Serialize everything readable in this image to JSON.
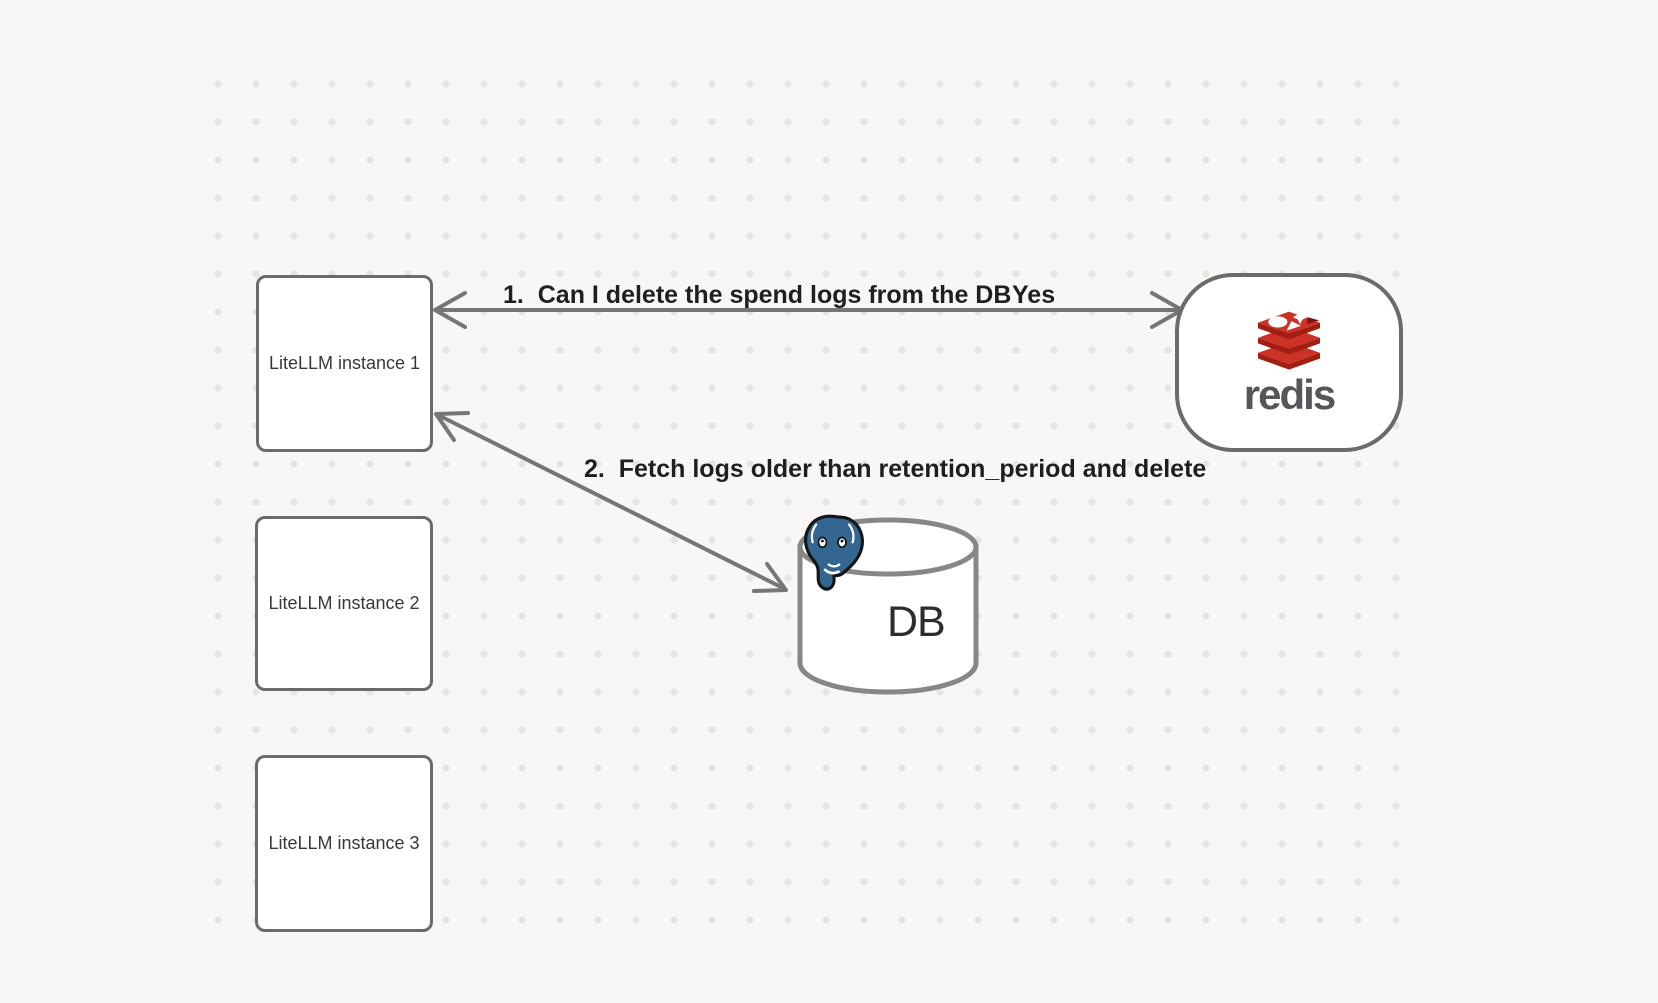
{
  "nodes": {
    "litellm_1": "LiteLLM instance 1",
    "litellm_2": "LiteLLM instance 2",
    "litellm_3": "LiteLLM instance 3",
    "redis_wordmark": "redis",
    "db_label": "DB"
  },
  "edges": {
    "edge1_label": "1.  Can I delete the spend logs from the DB",
    "edge1_response": "Yes",
    "edge2_label": "2.  Fetch logs older than retention_period and delete"
  },
  "icons": {
    "redis_logo": "redis-stack-logo",
    "postgres_logo": "postgresql-elephant-logo"
  },
  "colors": {
    "background": "#f8f7f5",
    "grid_dot": "#e7e4e1",
    "node_border": "#6b6b6b",
    "cylinder_border": "#878787",
    "arrow": "#767676",
    "label_text": "#1f1f1f",
    "redis_red": "#cc3225",
    "redis_dark_red": "#a21d12",
    "redis_notch": "#791812",
    "redis_wordmark_gray": "#54565a",
    "postgres_blue": "#336791",
    "outline_black": "#151515"
  }
}
